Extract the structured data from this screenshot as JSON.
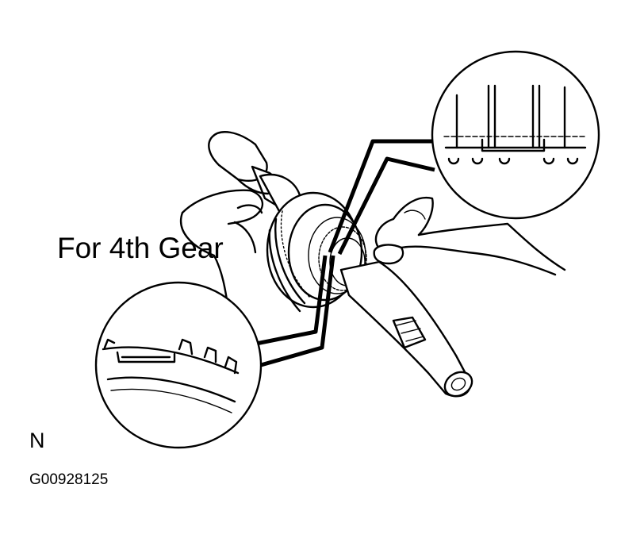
{
  "figure": {
    "label": "For 4th Gear",
    "corner_mark": "N",
    "figure_code": "G00928125"
  },
  "colors": {
    "ink": "#000000",
    "paper": "#ffffff"
  }
}
